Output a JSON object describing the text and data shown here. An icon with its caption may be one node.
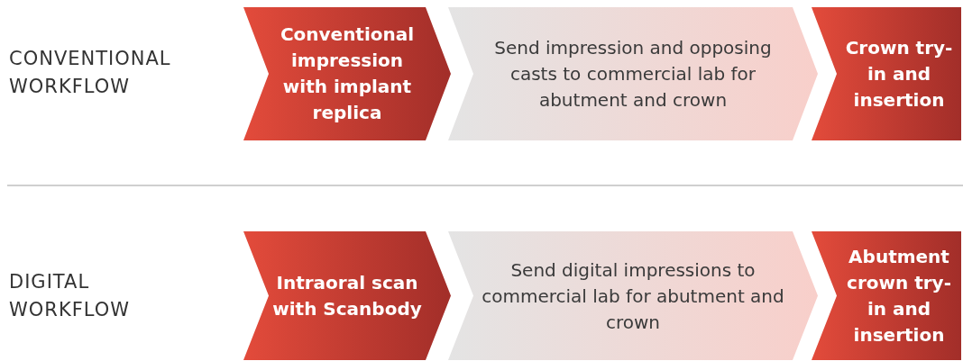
{
  "diagram": {
    "nodes": [
      {
        "text": [
          "Conventional impression with implant replica"
        ]
      },
      {
        "text": [
          "Send impression and opposing casts to commercial lab for abutment and crown"
        ]
      },
      {
        "text": [
          "Crown try-in and insertion"
        ]
      },
      {
        "text": [
          "Intraoral scan with Scanbody"
        ]
      },
      {
        "text": [
          "Send digital impressions to commercial lab for abutment and crown"
        ]
      },
      {
        "text": [
          "Abutment crown try-in and insertion"
        ]
      }
    ],
    "labels": [
      "CONVENTIONAL WORKFLOW",
      "DIGITAL WORKFLOW"
    ]
  }
}
